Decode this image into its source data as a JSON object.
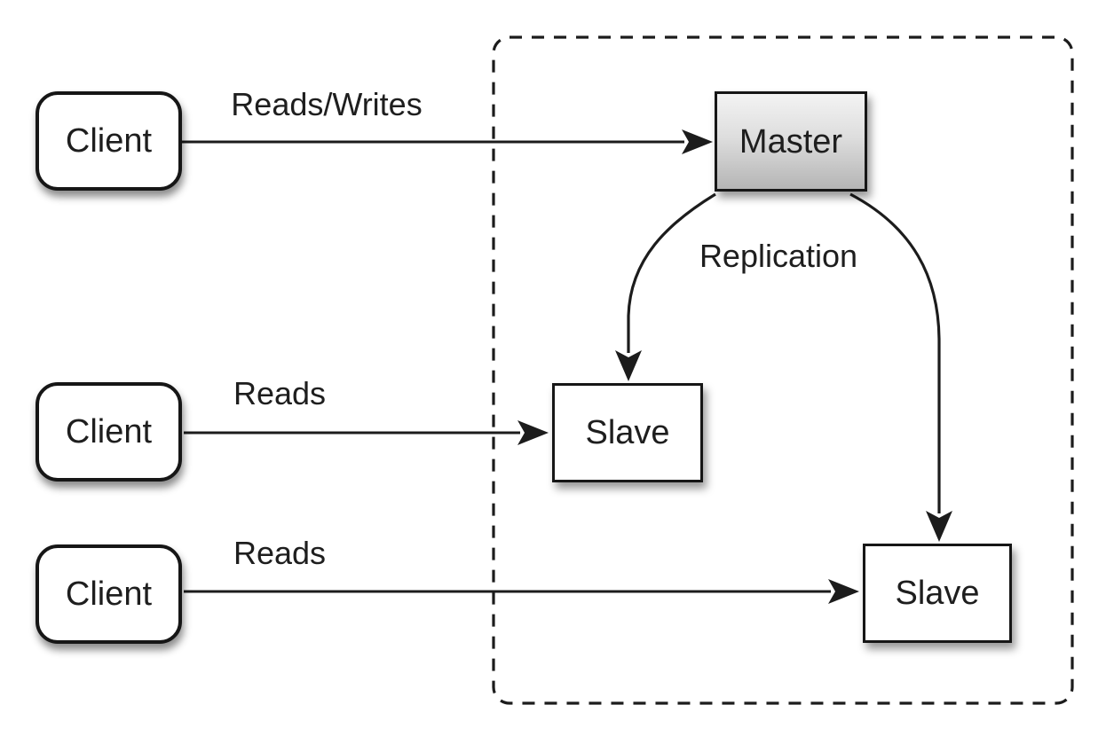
{
  "nodes": {
    "clients": [
      {
        "label": "Client"
      },
      {
        "label": "Client"
      },
      {
        "label": "Client"
      }
    ],
    "master": {
      "label": "Master"
    },
    "slaves": [
      {
        "label": "Slave"
      },
      {
        "label": "Slave"
      }
    ]
  },
  "edges": {
    "client1_master": {
      "label": "Reads/Writes"
    },
    "client2_slave1": {
      "label": "Reads"
    },
    "client3_slave2": {
      "label": "Reads"
    },
    "master_slaves": {
      "label": "Replication"
    }
  },
  "colors": {
    "background": "#ffffff",
    "line": "#1c1c1c",
    "node_fill": "#ffffff",
    "node_border": "#161616",
    "master_top": "#f3f3f3",
    "master_bottom": "#b5b5b5",
    "text": "#1e1e1e"
  }
}
